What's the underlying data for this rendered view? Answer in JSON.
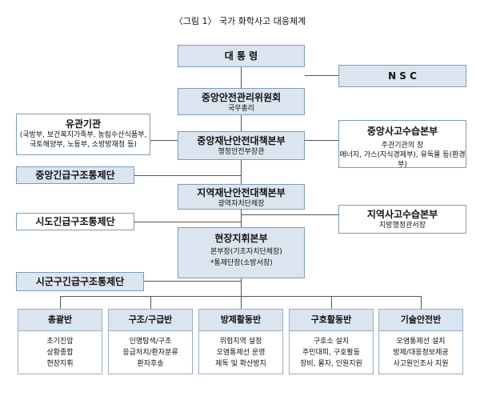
{
  "caption": "〈그림 1〉 국가 화학사고 대응체계",
  "president": "대 통 령",
  "nsc": "N S C",
  "cssc": {
    "title": "중앙안전관리위원회",
    "sub": "국무총리"
  },
  "related": {
    "title": "유관기관",
    "sub1": "(국방부, 보건복지가족부, 농림수산식품부,",
    "sub2": "국토해양부, 노동부, 소방방재청 등)"
  },
  "cdsch": {
    "title": "중앙재난안전대책본부",
    "sub": "행정안전부장관"
  },
  "central_accident": {
    "title": "중앙사고수습본부",
    "sub1": "주관기관의 장",
    "sub2": "에너지, 가스(지식경제부), 유독물 등(환경부)"
  },
  "central_rescue": "중앙긴급구조통제단",
  "rdsch": {
    "title": "지역재난안전대책본부",
    "sub": "광역자치단체장"
  },
  "provincial_rescue": "시도긴급구조통제단",
  "regional_accident": {
    "title": "지역사고수습본부",
    "sub": "지방행정관서장"
  },
  "site": {
    "title": "현장지휘본부",
    "sub1": "본부장(기초자치단체장)",
    "sub2": "*통제단장(소방서장)"
  },
  "local_rescue": "시군구긴급구조통제단",
  "teams": [
    {
      "title": "총괄반",
      "items": [
        "초기진압",
        "상황종합",
        "현장지휘"
      ]
    },
    {
      "title": "구조/구급반",
      "items": [
        "인명탐색/구조",
        "응급처치/환자분류",
        "환자후송"
      ]
    },
    {
      "title": "방제활동반",
      "items": [
        "위험지역 설정",
        "오염통제선 운영",
        "제독 및 확산방지"
      ]
    },
    {
      "title": "구호활동반",
      "items": [
        "구호소 설치",
        "주민대피, 구호활동",
        "장비, 물자, 인원지원"
      ]
    },
    {
      "title": "기술안전반",
      "items": [
        "오염통제선 설치",
        "방제/대응정보제공",
        "사고원인조사 지원"
      ]
    }
  ]
}
